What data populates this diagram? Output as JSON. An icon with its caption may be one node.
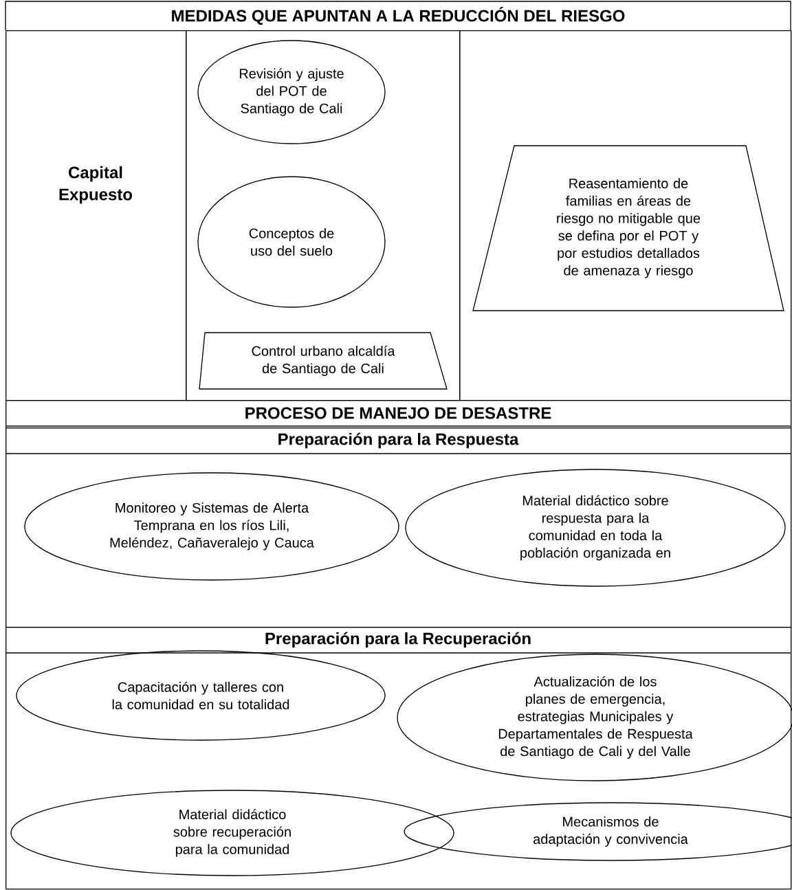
{
  "diagram": {
    "title": "MEDIDAS QUE APUNTAN A LA REDUCCIÓN DEL RIESGO",
    "nodes": [
      {
        "text": [
          "Capital Expuesto"
        ]
      },
      {
        "text": [],
        "shape": "box"
      },
      {
        "text": [
          "Revisión y ajuste del POT de Santiago de Cali"
        ],
        "in": 1
      },
      {
        "text": [
          "Conceptos de uso del suelo"
        ],
        "in": 1
      },
      {
        "text": [
          "Control urbano alcaldía de Santiago de Cali"
        ],
        "in": 1
      },
      {
        "text": [],
        "shape": "box"
      },
      {
        "text": [
          "Reasentamiento de familias en áreas de riesgo no mitigable que se defina por el POT y por estudios detallados de amenaza y riesgo"
        ],
        "in": 5
      },
      {
        "text": [
          "PROCESO DE MANEJO DE DESASTRE"
        ]
      },
      {
        "text": [
          "Preparación para la Respuesta"
        ]
      },
      {
        "text": [
          "Monitoreo y Sistemas de Alerta Temprana en los ríos Lili, Meléndez, Cañaveralejo y Cauca"
        ],
        "in": 8
      },
      {
        "text": [
          "Material didáctico sobre respuesta para la comunidad en toda la población organizada en"
        ],
        "in": 8
      },
      {
        "text": [
          "Preparación para la Recuperación"
        ]
      },
      {
        "text": [
          "Capacitación y talleres con la comunidad en su totalidad"
        ],
        "in": 11
      },
      {
        "text": [
          "Actualización de los planes de emergencia, estrategias Municipales y Departamentales de Respuesta de Santiago de Cali y del Valle"
        ],
        "in": 11
      },
      {
        "text": [
          "Material didáctico sobre recuperación para la comunidad"
        ],
        "in": 11
      },
      {
        "text": [
          "Mecanismos de adaptación y convivencia"
        ],
        "in": 11
      }
    ]
  }
}
